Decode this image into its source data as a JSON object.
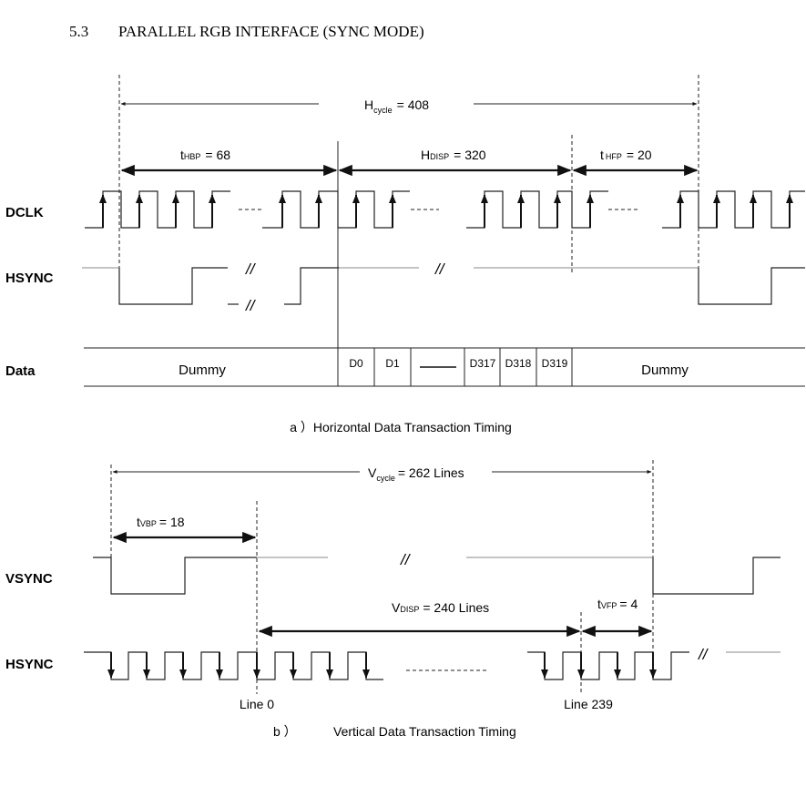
{
  "section": {
    "number": "5.3",
    "title": "PARALLEL RGB INTERFACE (SYNC MODE)"
  },
  "horizontal": {
    "h_cycle": {
      "sym": "H",
      "sub": "cycle",
      "value": "= 408"
    },
    "t_hbp": {
      "sym": "t",
      "sub": "HBP",
      "value": "=  68"
    },
    "h_disp": {
      "sym": "H",
      "sub": "DISP",
      "value": "= 320"
    },
    "t_hfp": {
      "sym": "t",
      "sub": "HFP",
      "value": "=  20"
    },
    "signals": {
      "dclk": "DCLK",
      "hsync": "HSYNC",
      "data": "Data"
    },
    "data_cells": {
      "dummy_left": "Dummy",
      "d0": "D0",
      "d1": "D1",
      "d317": "D317",
      "d318": "D318",
      "d319": "D319",
      "dummy_right": "Dummy"
    },
    "breaks": [
      "//",
      "//",
      "//"
    ],
    "caption": "a ）Horizontal Data Transaction Timing"
  },
  "vertical": {
    "v_cycle": {
      "sym": "V",
      "sub": "cycle",
      "value": "= 262 Lines"
    },
    "t_vbp": {
      "sym": "t",
      "sub": "VBP",
      "value": "= 18"
    },
    "v_disp": {
      "sym": "V",
      "sub": "DISP",
      "value": "=  240  Lines"
    },
    "t_vfp": {
      "sym": "t",
      "sub": "VFP",
      "value": "= 4"
    },
    "signals": {
      "vsync": "VSYNC",
      "hsync": "HSYNC"
    },
    "line_start": "Line 0",
    "line_end": "Line  239",
    "breaks": [
      "//",
      "//"
    ],
    "caption_prefix": "b ）",
    "caption": "Vertical Data Transaction Timing"
  }
}
